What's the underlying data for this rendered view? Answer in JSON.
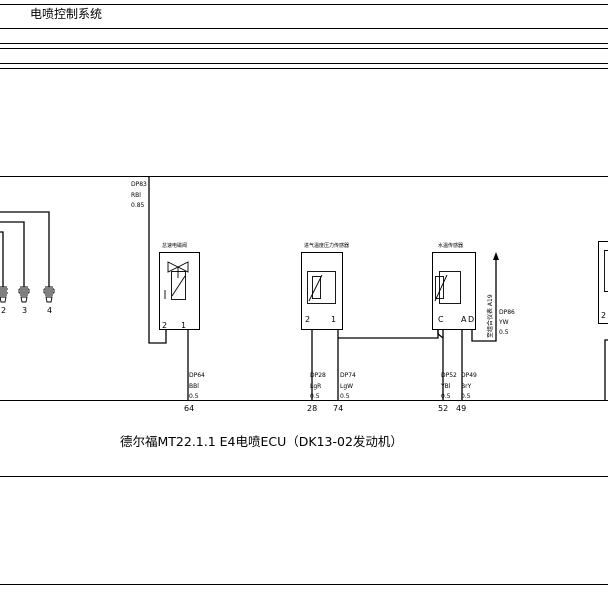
{
  "title": "电喷控制系统",
  "injectors": [
    {
      "pin": "2"
    },
    {
      "pin": "3"
    },
    {
      "pin": "4"
    }
  ],
  "components": {
    "idle_valve": {
      "title": "怠速电磁阀",
      "pin_a": "2",
      "pin_b": "1"
    },
    "intake_sensor": {
      "title": "进气温度压力传感器",
      "pin_a": "2",
      "pin_b": "1"
    },
    "coolant_sensor": {
      "title": "水温传感器",
      "pin_a": "C",
      "pin_b": "A",
      "pin_c": "D"
    },
    "right_box": {
      "pin_a": "2"
    }
  },
  "wires": {
    "dp83": {
      "code": "DP83",
      "color": "RBl",
      "size": "0.85"
    },
    "dp64": {
      "code": "DP64",
      "color": "BBl",
      "size": "0.5",
      "ecu_pin": "64"
    },
    "dp28": {
      "code": "DP28",
      "color": "LgR",
      "size": "0.5",
      "ecu_pin": "28"
    },
    "dp74": {
      "code": "DP74",
      "color": "LgW",
      "size": "0.5",
      "ecu_pin": "74"
    },
    "dp52": {
      "code": "DP52",
      "color": "YBl",
      "size": "0.5",
      "ecu_pin": "52"
    },
    "dp49": {
      "code": "DP49",
      "color": "BrY",
      "size": "0.5",
      "ecu_pin": "49"
    },
    "dp86": {
      "code": "DP86",
      "color": "YW",
      "size": "0.5",
      "dest": "至组合仪表 A19"
    }
  },
  "ecu_label": "德尔福MT22.1.1 E4电喷ECU（DK13-02发动机）"
}
